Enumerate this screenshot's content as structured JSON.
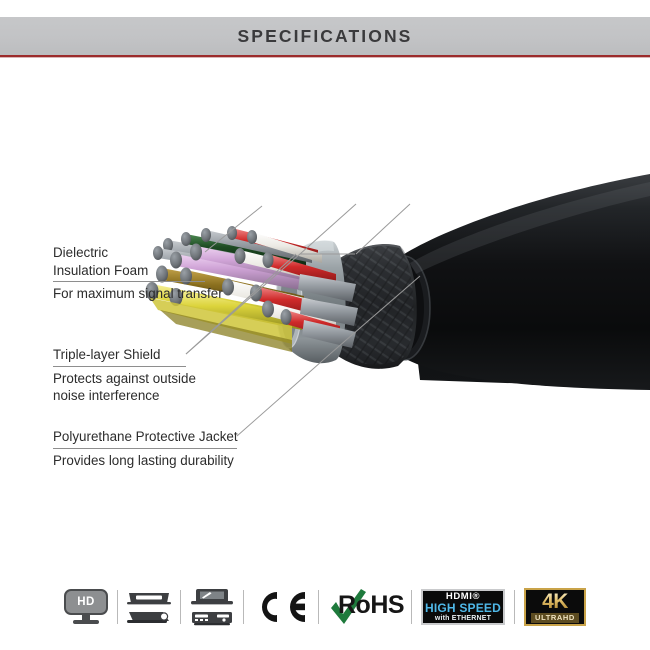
{
  "header": {
    "title": "SPECIFICATIONS",
    "bar_color": "#c2c3c5",
    "rule_color": "#9c2b2b"
  },
  "illustration": {
    "name": "hdmi-cable-cutaway",
    "description": "Cutaway view of an HDMI cable showing colored conductors, foil and braided triple-layer shield, and black polyurethane outer jacket",
    "jacket_color": "#111214",
    "shield_color": "#2a2c2e",
    "foil_color": "#8f979a",
    "conductor_colors": [
      "#c9a0cf",
      "#8a6f1e",
      "#d8cf3a",
      "#cf2a2a",
      "#f2f2ef",
      "#1d4a22",
      "#9aa0a6"
    ]
  },
  "callouts": [
    {
      "id": "dielectric",
      "title_line1": "Dielectric",
      "title_line2": "Insulation Foam",
      "subtitle_line1": "For maximum signal transfer",
      "subtitle_line2": ""
    },
    {
      "id": "shield",
      "title_line1": "Triple-layer Shield",
      "title_line2": "",
      "subtitle_line1": "Protects against outside",
      "subtitle_line2": "noise interference"
    },
    {
      "id": "jacket",
      "title_line1": "Polyurethane Protective Jacket",
      "title_line2": "",
      "subtitle_line1": "Provides long lasting durability",
      "subtitle_line2": ""
    }
  ],
  "badges": {
    "hd": {
      "label": "HD",
      "icon": "hd-monitor-icon"
    },
    "devices_group1": {
      "icon_top": "set-top-box-icon",
      "icon_bottom": "media-player-icon"
    },
    "devices_group2": {
      "icon_top": "laptop-icon",
      "icon_bottom": "av-receiver-icon"
    },
    "ce": {
      "label": "CE",
      "icon": "ce-mark-icon"
    },
    "rohs": {
      "label": "RoHS",
      "icon": "rohs-checkmark-icon",
      "check_color": "#1e7a3c"
    },
    "hdmi": {
      "word": "HDMI®",
      "speed": "HIGH SPEED",
      "ethernet": "with ETHERNET",
      "accent_color": "#4fb8e8"
    },
    "fourk": {
      "number": "4K",
      "sub": "ULTRAHD",
      "accent_color": "#c9a349"
    }
  }
}
